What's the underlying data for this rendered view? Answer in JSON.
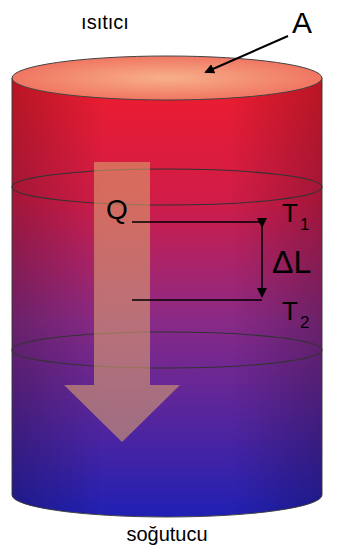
{
  "diagram": {
    "labels": [
      "ısıtıcı",
      "A",
      "Q",
      "T",
      "1",
      "ΔL",
      "T",
      "2",
      "soğutucu"
    ]
  }
}
